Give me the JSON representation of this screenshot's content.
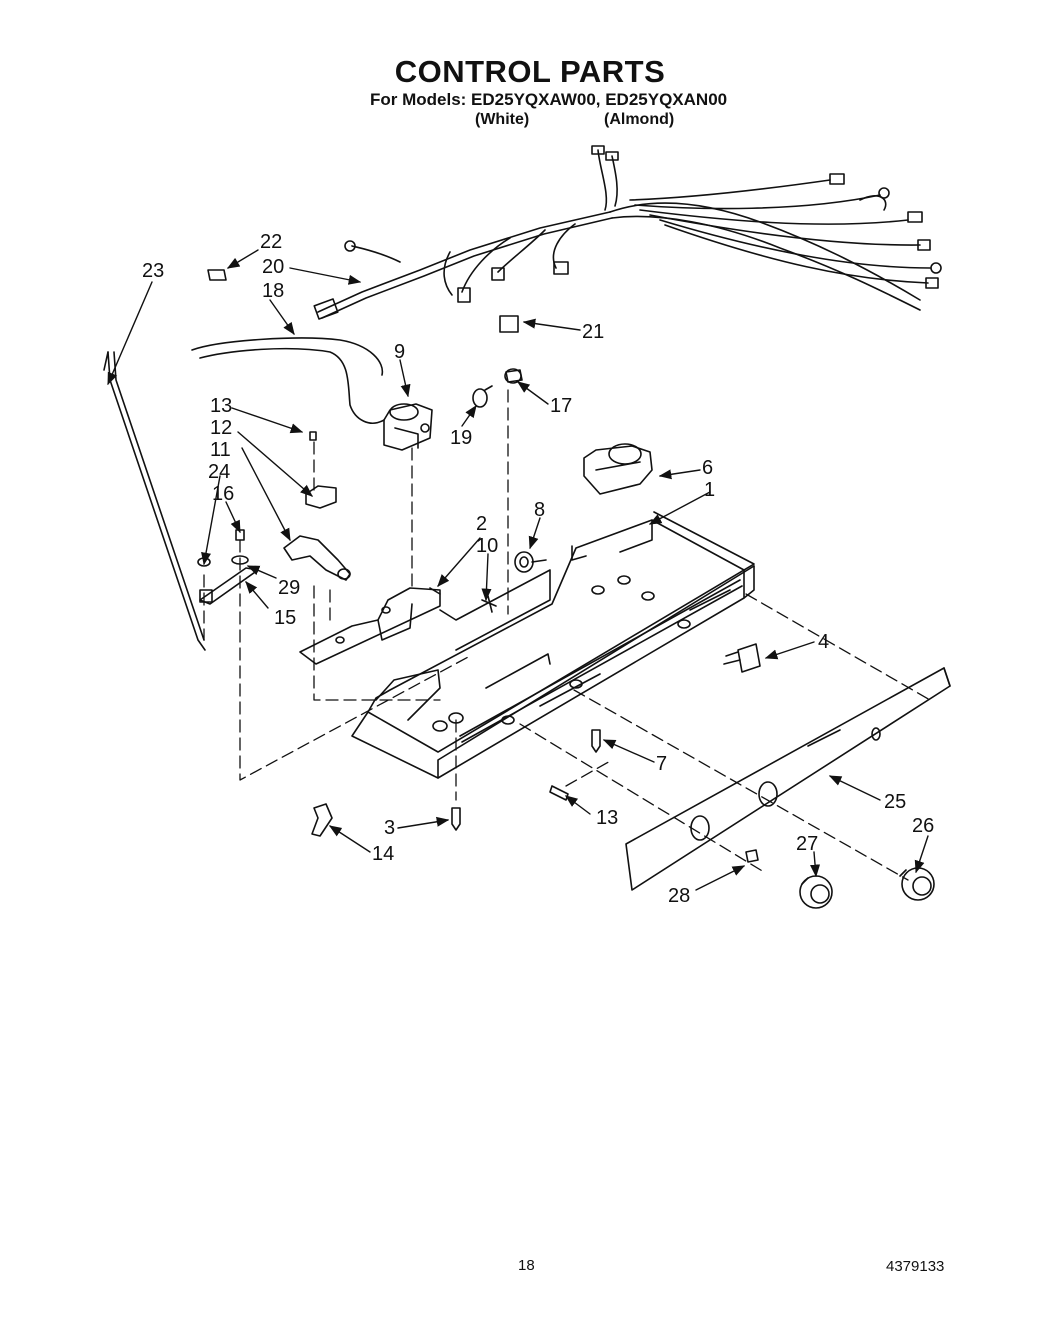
{
  "header": {
    "title": "CONTROL PARTS",
    "subtitle": "For Models: ED25YQXAW00, ED25YQXAN00",
    "variant_white": "(White)",
    "variant_almond": "(Almond)"
  },
  "callouts": [
    "22",
    "20",
    "18",
    "23",
    "21",
    "9",
    "17",
    "19",
    "13",
    "12",
    "11",
    "24",
    "16",
    "6",
    "1",
    "8",
    "2",
    "10",
    "29",
    "15",
    "4",
    "7",
    "13",
    "3",
    "14",
    "25",
    "26",
    "27",
    "28"
  ],
  "footer": {
    "page_number": "18",
    "doc_number": "4379133"
  }
}
